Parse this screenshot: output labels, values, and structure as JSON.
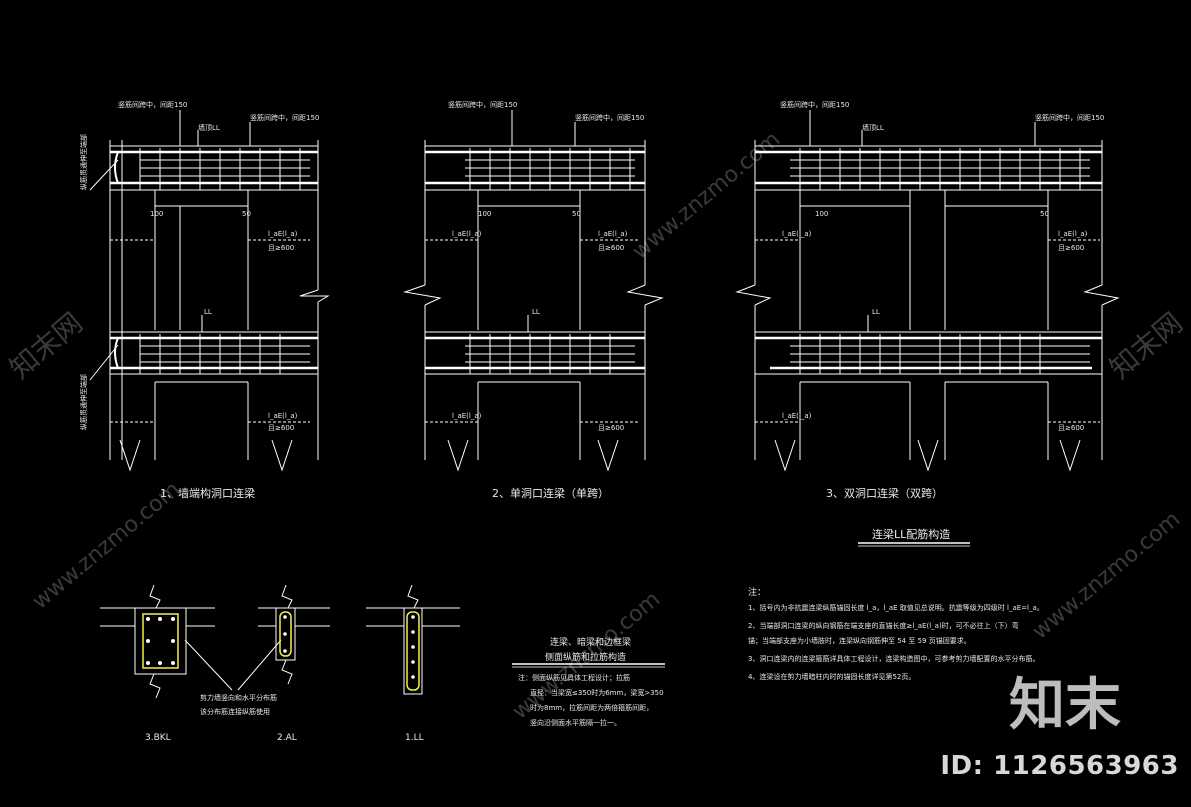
{
  "colors": {
    "bg": "#000000",
    "line": "#ffffff",
    "yellow": "#f2f24a",
    "cyan": "#7fe6ff",
    "green": "#55ff55",
    "red": "#ff5a5a",
    "text": "#e8e8e8"
  },
  "diagrams": {
    "d1": {
      "caption": "1、墙端构洞口连梁",
      "label_top_left": "竖筋间跨中，间距150",
      "label_top_right": "竖筋间跨中，间距150",
      "label_beam": "墙顶LL",
      "label_ll": "LL",
      "dim_la": "l_aE(l_a)",
      "dim_ge": "且≥600",
      "dim_100": "100",
      "dim_50": "50",
      "side_note_a": "纵筋贯通伸至端部",
      "side_note_b": "纵筋贯通伸至端部"
    },
    "d2": {
      "caption": "2、单洞口连梁（单跨）",
      "label_top_left": "竖筋间跨中，间距150",
      "label_top_right": "竖筋间跨中，间距150",
      "label_ll": "LL",
      "dim_la": "l_aE(l_a)",
      "dim_ge": "且≥600",
      "dim_100": "100",
      "dim_50": "50"
    },
    "d3": {
      "caption": "3、双洞口连梁（双跨）",
      "label_top_left": "竖筋间跨中，间距150",
      "label_top_right": "竖筋间跨中，间距150",
      "label_beam": "墙顶LL",
      "label_ll": "LL",
      "dim_la": "l_aE(l_a)",
      "dim_ge": "且≥600",
      "dim_100": "100",
      "dim_50": "50"
    }
  },
  "section_title": "连梁LL配筋构造",
  "sections": {
    "bkl": "3.BKL",
    "al": "2.AL",
    "ll": "1.LL",
    "pointer_note_1": "剪力墙竖向和水平分布筋",
    "pointer_note_2": "该分布筋连接纵筋使用"
  },
  "side_box": {
    "title_1": "连梁、暗梁和边框梁",
    "title_2": "侧面纵筋和拉筋构造",
    "note_1": "注：侧面纵筋见具体工程设计；拉筋",
    "note_2": "直径：当梁宽≤350时为6mm，梁宽>350",
    "note_3": "时为8mm，拉筋间距为两倍箍筋间距，",
    "note_4": "竖向沿侧面水平筋隔一拉一。"
  },
  "notes": {
    "header": "注：",
    "n1": "1、括号内为非抗震连梁纵筋锚固长度 l_a，l_aE 取值见总说明。抗震等级为四级时 l_aE=l_a。",
    "n2": "2、当端部洞口连梁的纵向钢筋在端支座的直锚长度≥l_aE(l_a)时，可不必往上（下）弯",
    "n2b": "   锚；当端部支座为小墙肢时，连梁纵向钢筋伸至 54 至 59 页锚固要求。",
    "n3": "3、洞口连梁内的连梁箍筋详具体工程设计，连梁构造图中，可参考剪力墙配置的水平分布筋。",
    "n4": "4、连梁设在剪力墙暗柱内时的锚固长度详见第52页。"
  },
  "watermark": {
    "id_text": "ID: 1126563963",
    "logo_text": "知末",
    "site": "www.znzmo.com",
    "cn": "知末网"
  }
}
